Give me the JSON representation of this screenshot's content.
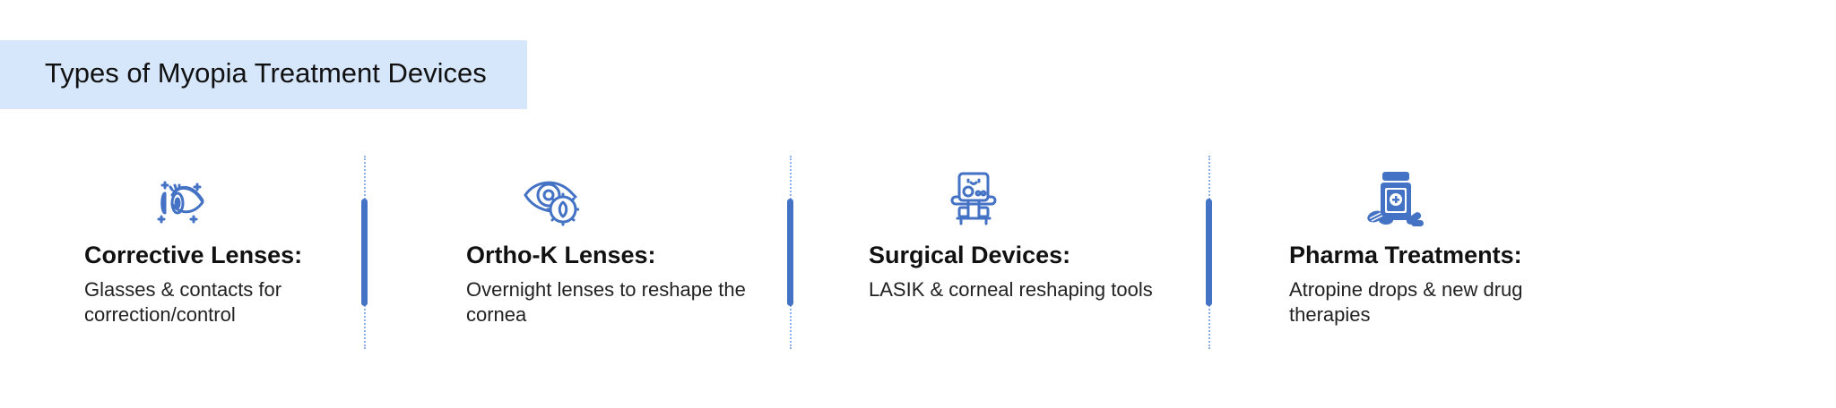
{
  "header": {
    "title": "Types of Myopia Treatment Devices",
    "banner_color": "#D6E7FB"
  },
  "colors": {
    "accent": "#4472C4",
    "divider_dots": "#8FB0E6",
    "text": "#111111"
  },
  "items": [
    {
      "icon": "eye-lens-icon",
      "heading": "Corrective Lenses:",
      "description": "Glasses & contacts for correction/control"
    },
    {
      "icon": "eye-contact-lens-icon",
      "heading": "Ortho-K Lenses:",
      "description": "Overnight lenses to reshape the cornea"
    },
    {
      "icon": "medical-device-cart-icon",
      "heading": "Surgical Devices:",
      "description": "LASIK & corneal reshaping tools"
    },
    {
      "icon": "medicine-bottle-pills-icon",
      "heading": "Pharma Treatments:",
      "description": "Atropine drops & new drug therapies"
    }
  ]
}
